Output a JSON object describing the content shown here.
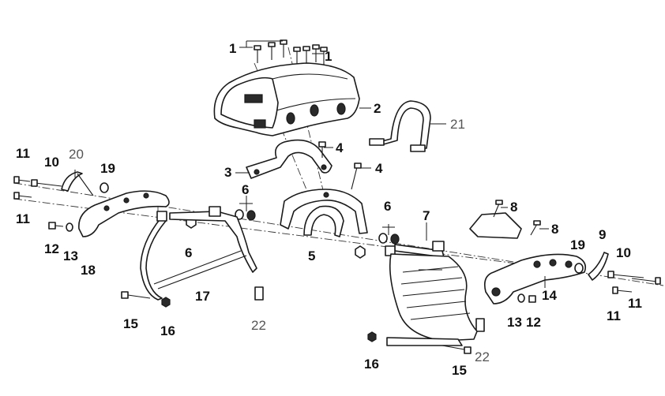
{
  "diagram": {
    "callouts": [
      "1",
      "1",
      "2",
      "3",
      "4",
      "4",
      "5",
      "6",
      "6",
      "6",
      "7",
      "8",
      "8",
      "9",
      "10",
      "10",
      "11",
      "11",
      "11",
      "11",
      "12",
      "12",
      "13",
      "13",
      "14",
      "15",
      "15",
      "16",
      "16",
      "17",
      "18",
      "19",
      "19",
      "20",
      "21",
      "22",
      "22"
    ]
  },
  "colors": {
    "line": "#1a1a1a",
    "fill": "#ffffff",
    "shade": "#2a2a2a",
    "grey_label": "#555555"
  }
}
